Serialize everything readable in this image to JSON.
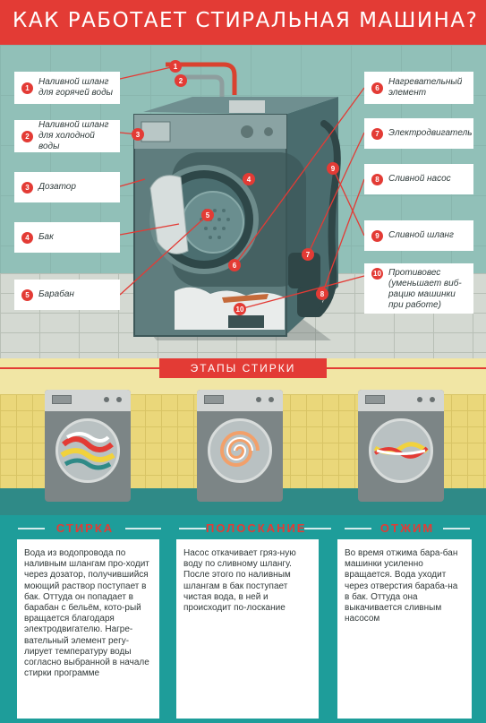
{
  "header": {
    "title": "КАК РАБОТАЕТ СТИРАЛЬНАЯ МАШИНА?"
  },
  "colors": {
    "accent": "#e33b35",
    "teal": "#1e9d9a",
    "wall": "#91c0b8",
    "yellow": "#ead77a"
  },
  "callouts_left": [
    {
      "num": "1",
      "text": "Наливной шланг для горячей воды"
    },
    {
      "num": "2",
      "text": "Наливной шланг для холодной воды"
    },
    {
      "num": "3",
      "text": "Дозатор"
    },
    {
      "num": "4",
      "text": "Бак"
    },
    {
      "num": "5",
      "text": "Барабан"
    }
  ],
  "callouts_right": [
    {
      "num": "6",
      "text": "Нагревательный элемент"
    },
    {
      "num": "7",
      "text": "Электродвигатель"
    },
    {
      "num": "8",
      "text": "Сливной насос"
    },
    {
      "num": "9",
      "text": "Сливной шланг"
    },
    {
      "num": "10",
      "text": "Противовес (уменьшает виб-рацию машинки при работе)"
    }
  ],
  "machine_markers": [
    "1",
    "2",
    "3",
    "4",
    "5",
    "6",
    "7",
    "8",
    "9",
    "10"
  ],
  "stages": {
    "banner": "ЭТАПЫ СТИРКИ",
    "items": [
      {
        "title": "СТИРКА",
        "text": "Вода из водопровода по наливным шлангам про-ходит через дозатор, получившийся моющий раствор поступает в бак. Оттуда он попадает в барабан с бельём, кото-рый вращается благодаря электродвигателю. Нагре-вательный элемент регу-лирует температуру воды согласно выбранной в начале стирки программе"
      },
      {
        "title": "ПОЛОСКАНИЕ",
        "text": "Насос откачивает гряз-ную воду по сливному шлангу. После этого по наливным шлангам в бак поступает чистая вода, в ней и происходит по-лоскание"
      },
      {
        "title": "ОТЖИМ",
        "text": "Во время отжима бара-бан машинки усиленно вращается. Вода уходит через отверстия бараба-на в бак. Оттуда она выкачивается сливным насосом"
      }
    ]
  }
}
